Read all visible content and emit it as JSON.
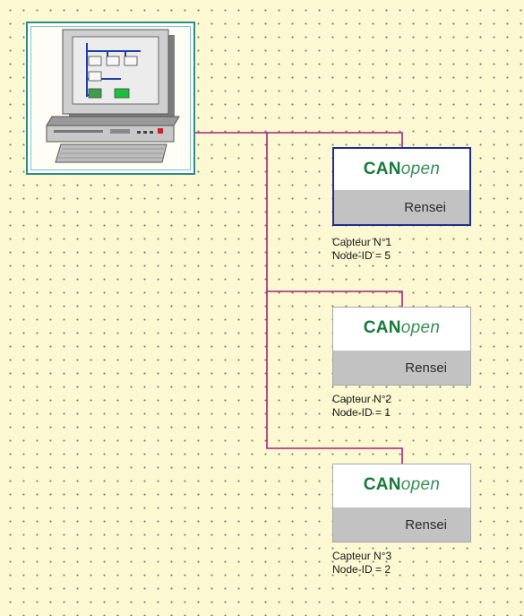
{
  "diagram": {
    "colors": {
      "background": "#fbf8d2",
      "grid_dot": "#7c7a66",
      "bus_line": "#a3237a",
      "pc_frame": "#2e8c86",
      "selected_border": "#1c2f8f",
      "logo_green": "#167a3a",
      "brand_band": "#c2c2c2"
    },
    "master": {
      "icon": "computer-icon"
    },
    "nodes": [
      {
        "logo_bold": "CAN",
        "logo_light": "open",
        "brand": "Rensei",
        "caption_line1": "Capteur N°1",
        "caption_line2": "Node-ID = 5",
        "selected": true
      },
      {
        "logo_bold": "CAN",
        "logo_light": "open",
        "brand": "Rensei",
        "caption_line1": "Capteur N°2",
        "caption_line2": "Node-ID = 1",
        "selected": false
      },
      {
        "logo_bold": "CAN",
        "logo_light": "open",
        "brand": "Rensei",
        "caption_line1": "Capteur N°3",
        "caption_line2": "Node-ID = 2",
        "selected": false
      }
    ]
  }
}
